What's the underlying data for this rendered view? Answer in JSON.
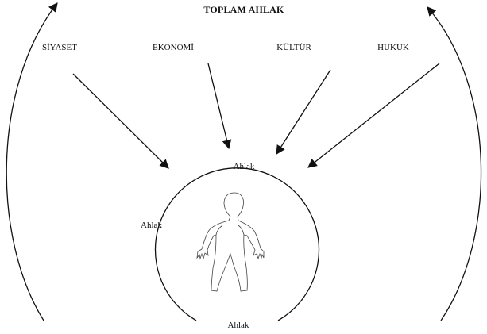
{
  "diagram": {
    "title": "TOPLAM AHLAK",
    "domains": [
      {
        "id": "siyaset",
        "label": "SİYASET"
      },
      {
        "id": "ekonomi",
        "label": "EKONOMİ"
      },
      {
        "id": "kultur",
        "label": "KÜLTÜR"
      },
      {
        "id": "hukuk",
        "label": "HUKUK"
      }
    ],
    "circle_labels": {
      "top": "Ahlak",
      "left": "Ahlak",
      "bottom": "Ahlak"
    }
  }
}
